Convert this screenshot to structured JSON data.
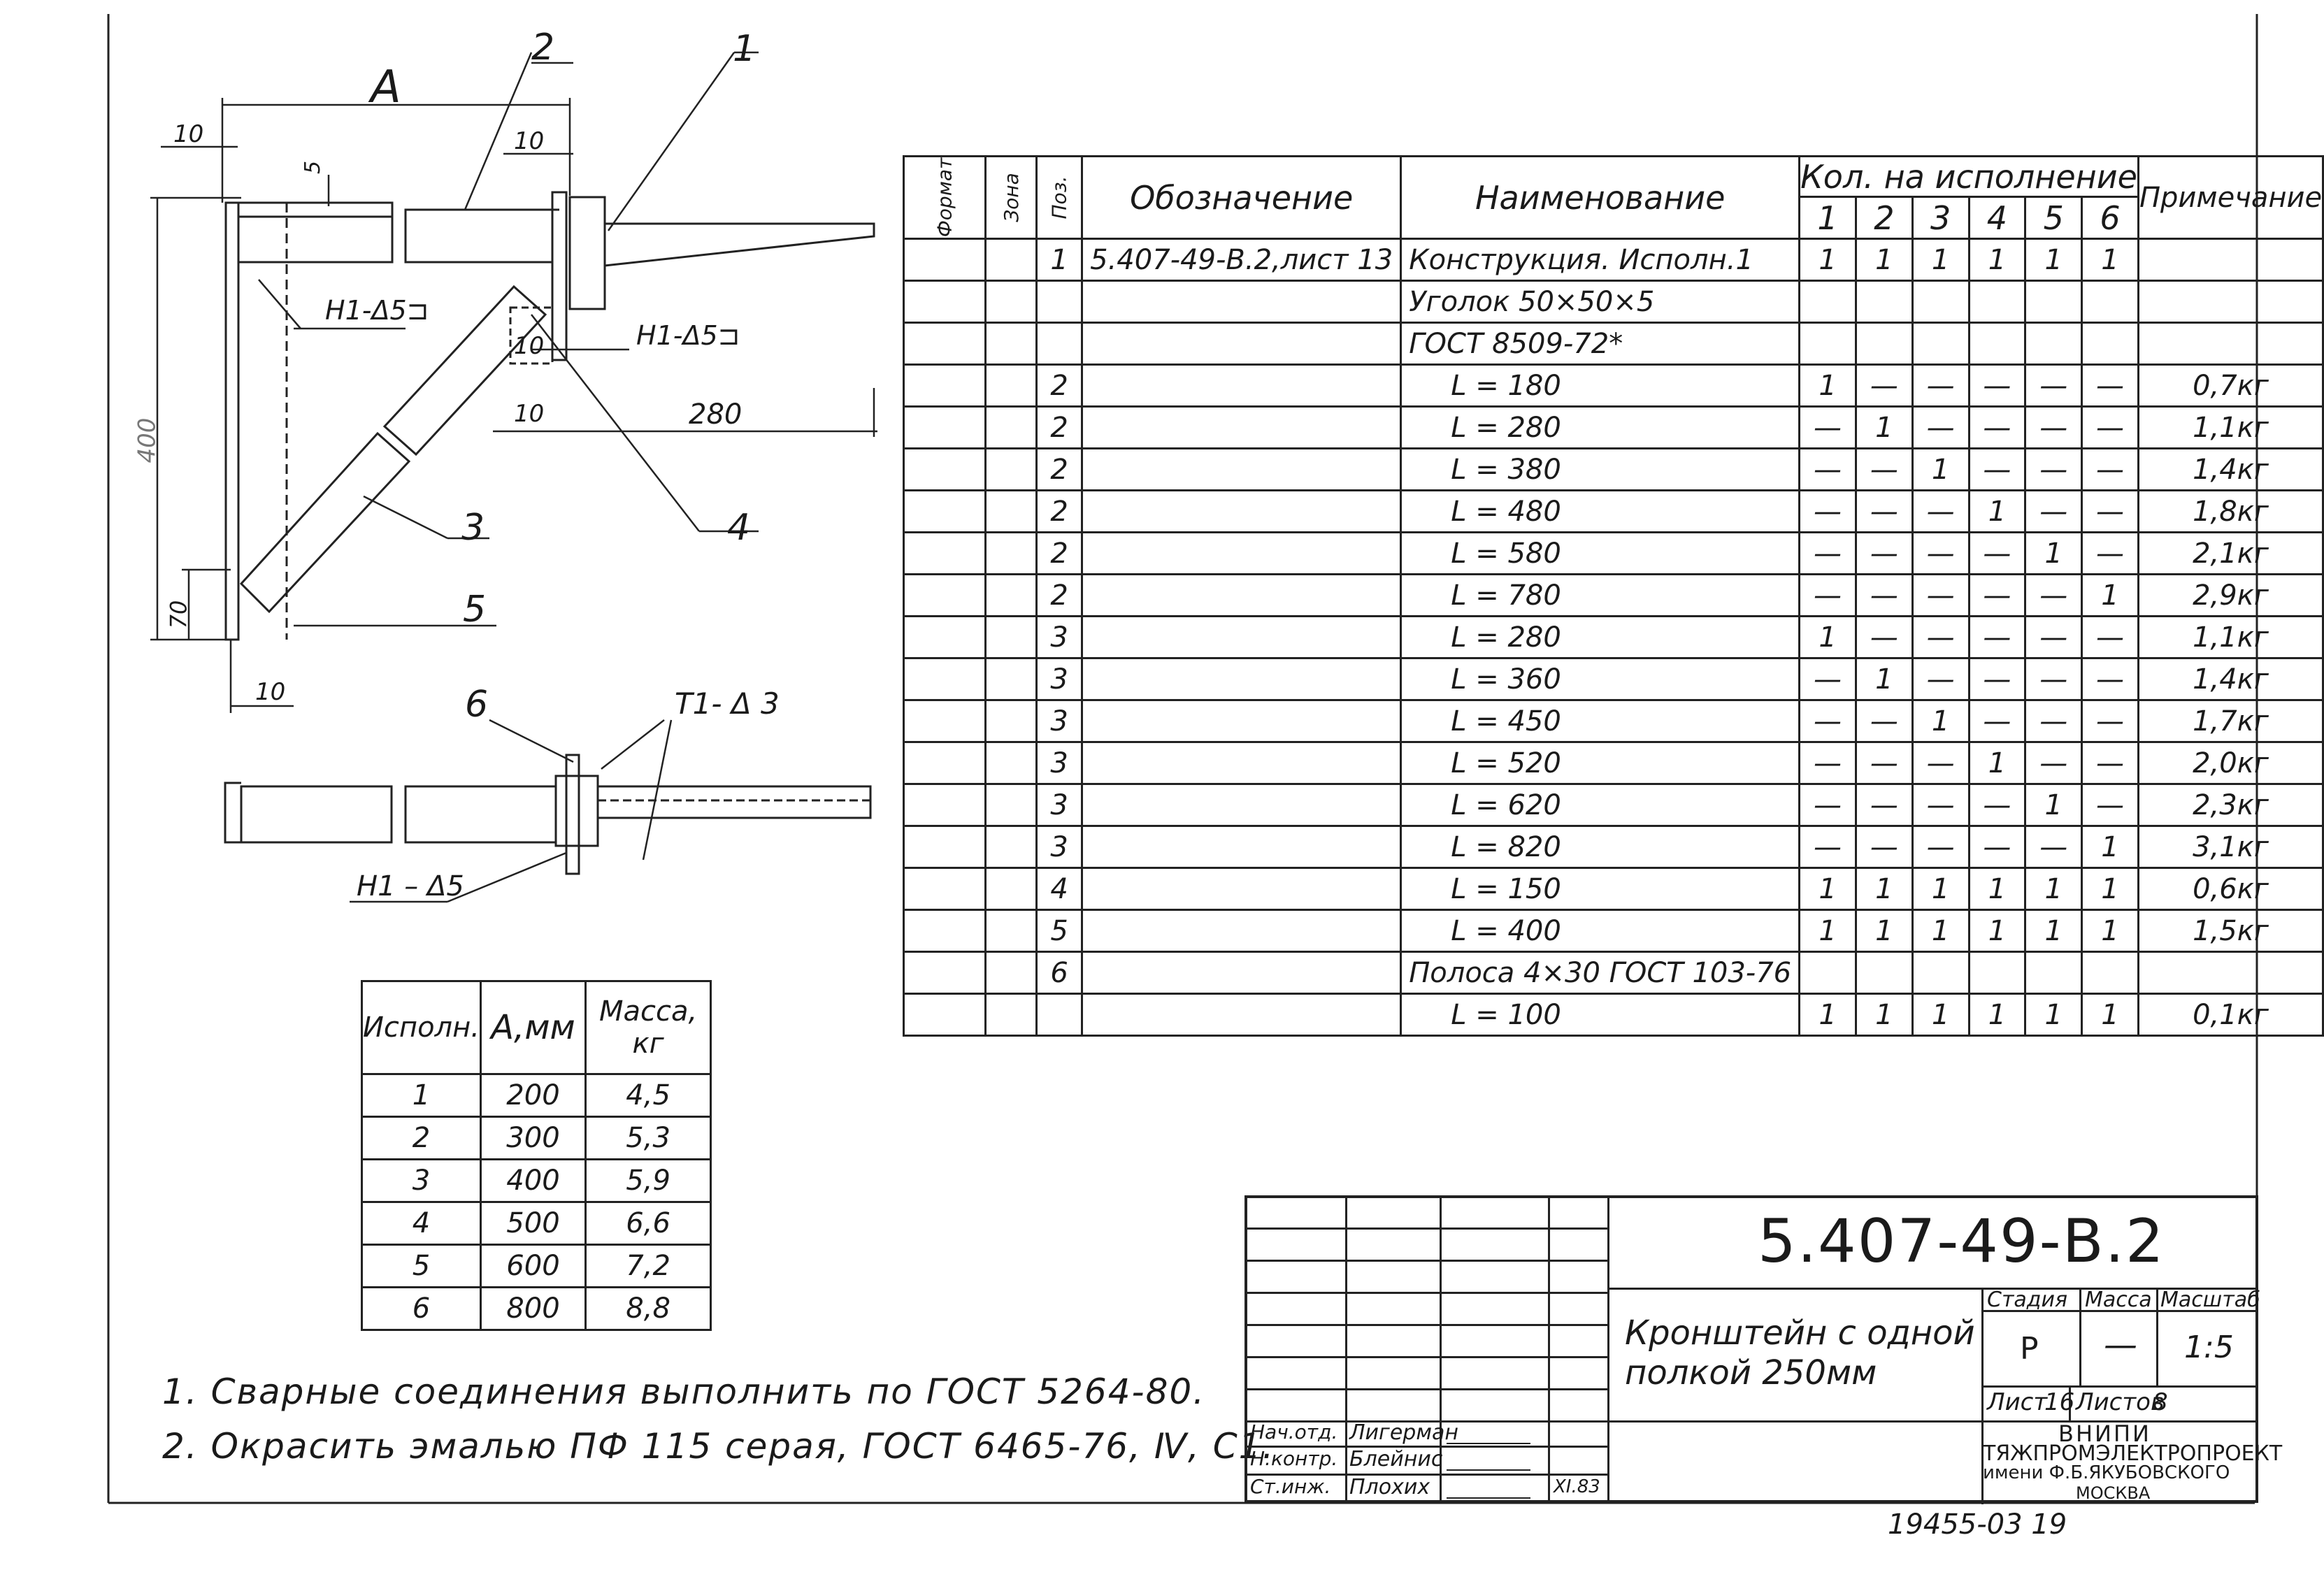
{
  "drawing": {
    "dimensions": {
      "a_label": "A",
      "d10_top_left": "10",
      "d5": "5",
      "d10_top_right": "10",
      "d400": "400",
      "d280": "280",
      "d10_mid": "10",
      "d10_mid_low": "10",
      "d70": "70",
      "d10_bottom": "10"
    },
    "callouts": {
      "p1": "1",
      "p2": "2",
      "p3": "3",
      "p4": "4",
      "p5": "5",
      "p6": "6"
    },
    "weld_marks": {
      "left": "Н1-Δ5⊐",
      "right": "Н1-Δ5⊐",
      "section_bottom": "Н1 – Δ5",
      "section_top": "Т1- Δ 3"
    }
  },
  "spec_table": {
    "header": {
      "format": "Формат",
      "zone": "Зона",
      "pos": "Поз.",
      "designation": "Обозначение",
      "name": "Наименование",
      "qty": "Кол. на исполнение",
      "note": "Примечание",
      "variants": [
        "1",
        "2",
        "3",
        "4",
        "5",
        "6"
      ]
    },
    "rows": [
      {
        "pos": "1",
        "designation": "5.407-49-В.2,лист 13",
        "name": "Конструкция. Исполн.1",
        "q": [
          "1",
          "1",
          "1",
          "1",
          "1",
          "1"
        ],
        "note": ""
      },
      {
        "pos": "",
        "designation": "",
        "name": "Уголок 50×50×5",
        "q": [
          "",
          "",
          "",
          "",
          "",
          ""
        ],
        "note": ""
      },
      {
        "pos": "",
        "designation": "",
        "name": "ГОСТ 8509-72*",
        "q": [
          "",
          "",
          "",
          "",
          "",
          ""
        ],
        "note": ""
      },
      {
        "pos": "2",
        "designation": "",
        "name": "L = 180",
        "q": [
          "1",
          "—",
          "—",
          "—",
          "—",
          "—"
        ],
        "note": "0,7кг"
      },
      {
        "pos": "2",
        "designation": "",
        "name": "L = 280",
        "q": [
          "—",
          "1",
          "—",
          "—",
          "—",
          "—"
        ],
        "note": "1,1кг"
      },
      {
        "pos": "2",
        "designation": "",
        "name": "L = 380",
        "q": [
          "—",
          "—",
          "1",
          "—",
          "—",
          "—"
        ],
        "note": "1,4кг"
      },
      {
        "pos": "2",
        "designation": "",
        "name": "L = 480",
        "q": [
          "—",
          "—",
          "—",
          "1",
          "—",
          "—"
        ],
        "note": "1,8кг"
      },
      {
        "pos": "2",
        "designation": "",
        "name": "L = 580",
        "q": [
          "—",
          "—",
          "—",
          "—",
          "1",
          "—"
        ],
        "note": "2,1кг"
      },
      {
        "pos": "2",
        "designation": "",
        "name": "L = 780",
        "q": [
          "—",
          "—",
          "—",
          "—",
          "—",
          "1"
        ],
        "note": "2,9кг"
      },
      {
        "pos": "3",
        "designation": "",
        "name": "L = 280",
        "q": [
          "1",
          "—",
          "—",
          "—",
          "—",
          "—"
        ],
        "note": "1,1кг"
      },
      {
        "pos": "3",
        "designation": "",
        "name": "L = 360",
        "q": [
          "—",
          "1",
          "—",
          "—",
          "—",
          "—"
        ],
        "note": "1,4кг"
      },
      {
        "pos": "3",
        "designation": "",
        "name": "L = 450",
        "q": [
          "—",
          "—",
          "1",
          "—",
          "—",
          "—"
        ],
        "note": "1,7кг"
      },
      {
        "pos": "3",
        "designation": "",
        "name": "L = 520",
        "q": [
          "—",
          "—",
          "—",
          "1",
          "—",
          "—"
        ],
        "note": "2,0кг"
      },
      {
        "pos": "3",
        "designation": "",
        "name": "L = 620",
        "q": [
          "—",
          "—",
          "—",
          "—",
          "1",
          "—"
        ],
        "note": "2,3кг"
      },
      {
        "pos": "3",
        "designation": "",
        "name": "L = 820",
        "q": [
          "—",
          "—",
          "—",
          "—",
          "—",
          "1"
        ],
        "note": "3,1кг"
      },
      {
        "pos": "4",
        "designation": "",
        "name": "L = 150",
        "q": [
          "1",
          "1",
          "1",
          "1",
          "1",
          "1"
        ],
        "note": "0,6кг"
      },
      {
        "pos": "5",
        "designation": "",
        "name": "L = 400",
        "q": [
          "1",
          "1",
          "1",
          "1",
          "1",
          "1"
        ],
        "note": "1,5кг"
      },
      {
        "pos": "6",
        "designation": "",
        "name": "Полоса 4×30 ГОСТ 103-76",
        "q": [
          "",
          "",
          "",
          "",
          "",
          ""
        ],
        "note": ""
      },
      {
        "pos": "",
        "designation": "",
        "name": "L = 100",
        "q": [
          "1",
          "1",
          "1",
          "1",
          "1",
          "1"
        ],
        "note": "0,1кг"
      }
    ]
  },
  "mass_table": {
    "headers": [
      "Исполн.",
      "А,мм",
      "Масса, кг"
    ],
    "rows": [
      [
        "1",
        "200",
        "4,5"
      ],
      [
        "2",
        "300",
        "5,3"
      ],
      [
        "3",
        "400",
        "5,9"
      ],
      [
        "4",
        "500",
        "6,6"
      ],
      [
        "5",
        "600",
        "7,2"
      ],
      [
        "6",
        "800",
        "8,8"
      ]
    ]
  },
  "notes": [
    "1. Сварные соединения выполнить по ГОСТ 5264-80.",
    "2. Окрасить эмалью ПФ 115 серая, ГОСТ 6465-76, Ⅳ, С1."
  ],
  "title_block": {
    "code": "5.407-49-В.2",
    "title_line1": "Кронштейн с одной",
    "title_line2": "полкой 250мм",
    "stage_label": "Стадия",
    "mass_label": "Масса",
    "scale_label": "Масштаб",
    "stage": "Р",
    "mass": "—",
    "scale": "1:5",
    "sheet_label": "Лист",
    "sheet": "16",
    "sheets_label": "Листов",
    "sheets": "8",
    "org_line1": "ВНИПИ",
    "org_line2": "ТЯЖПРОМЭЛЕКТРОПРОЕКТ",
    "org_line3": "имени Ф.Б.ЯКУБОВСКОГО",
    "org_line4": "МОСКВА",
    "roles": [
      "Нач.отд.",
      "Н.контр.",
      "Ст.инж."
    ],
    "names": [
      "Лигерман",
      "Блейнис",
      "Плохих"
    ],
    "date": "XI.83"
  },
  "archive_number": "19455-03 19"
}
